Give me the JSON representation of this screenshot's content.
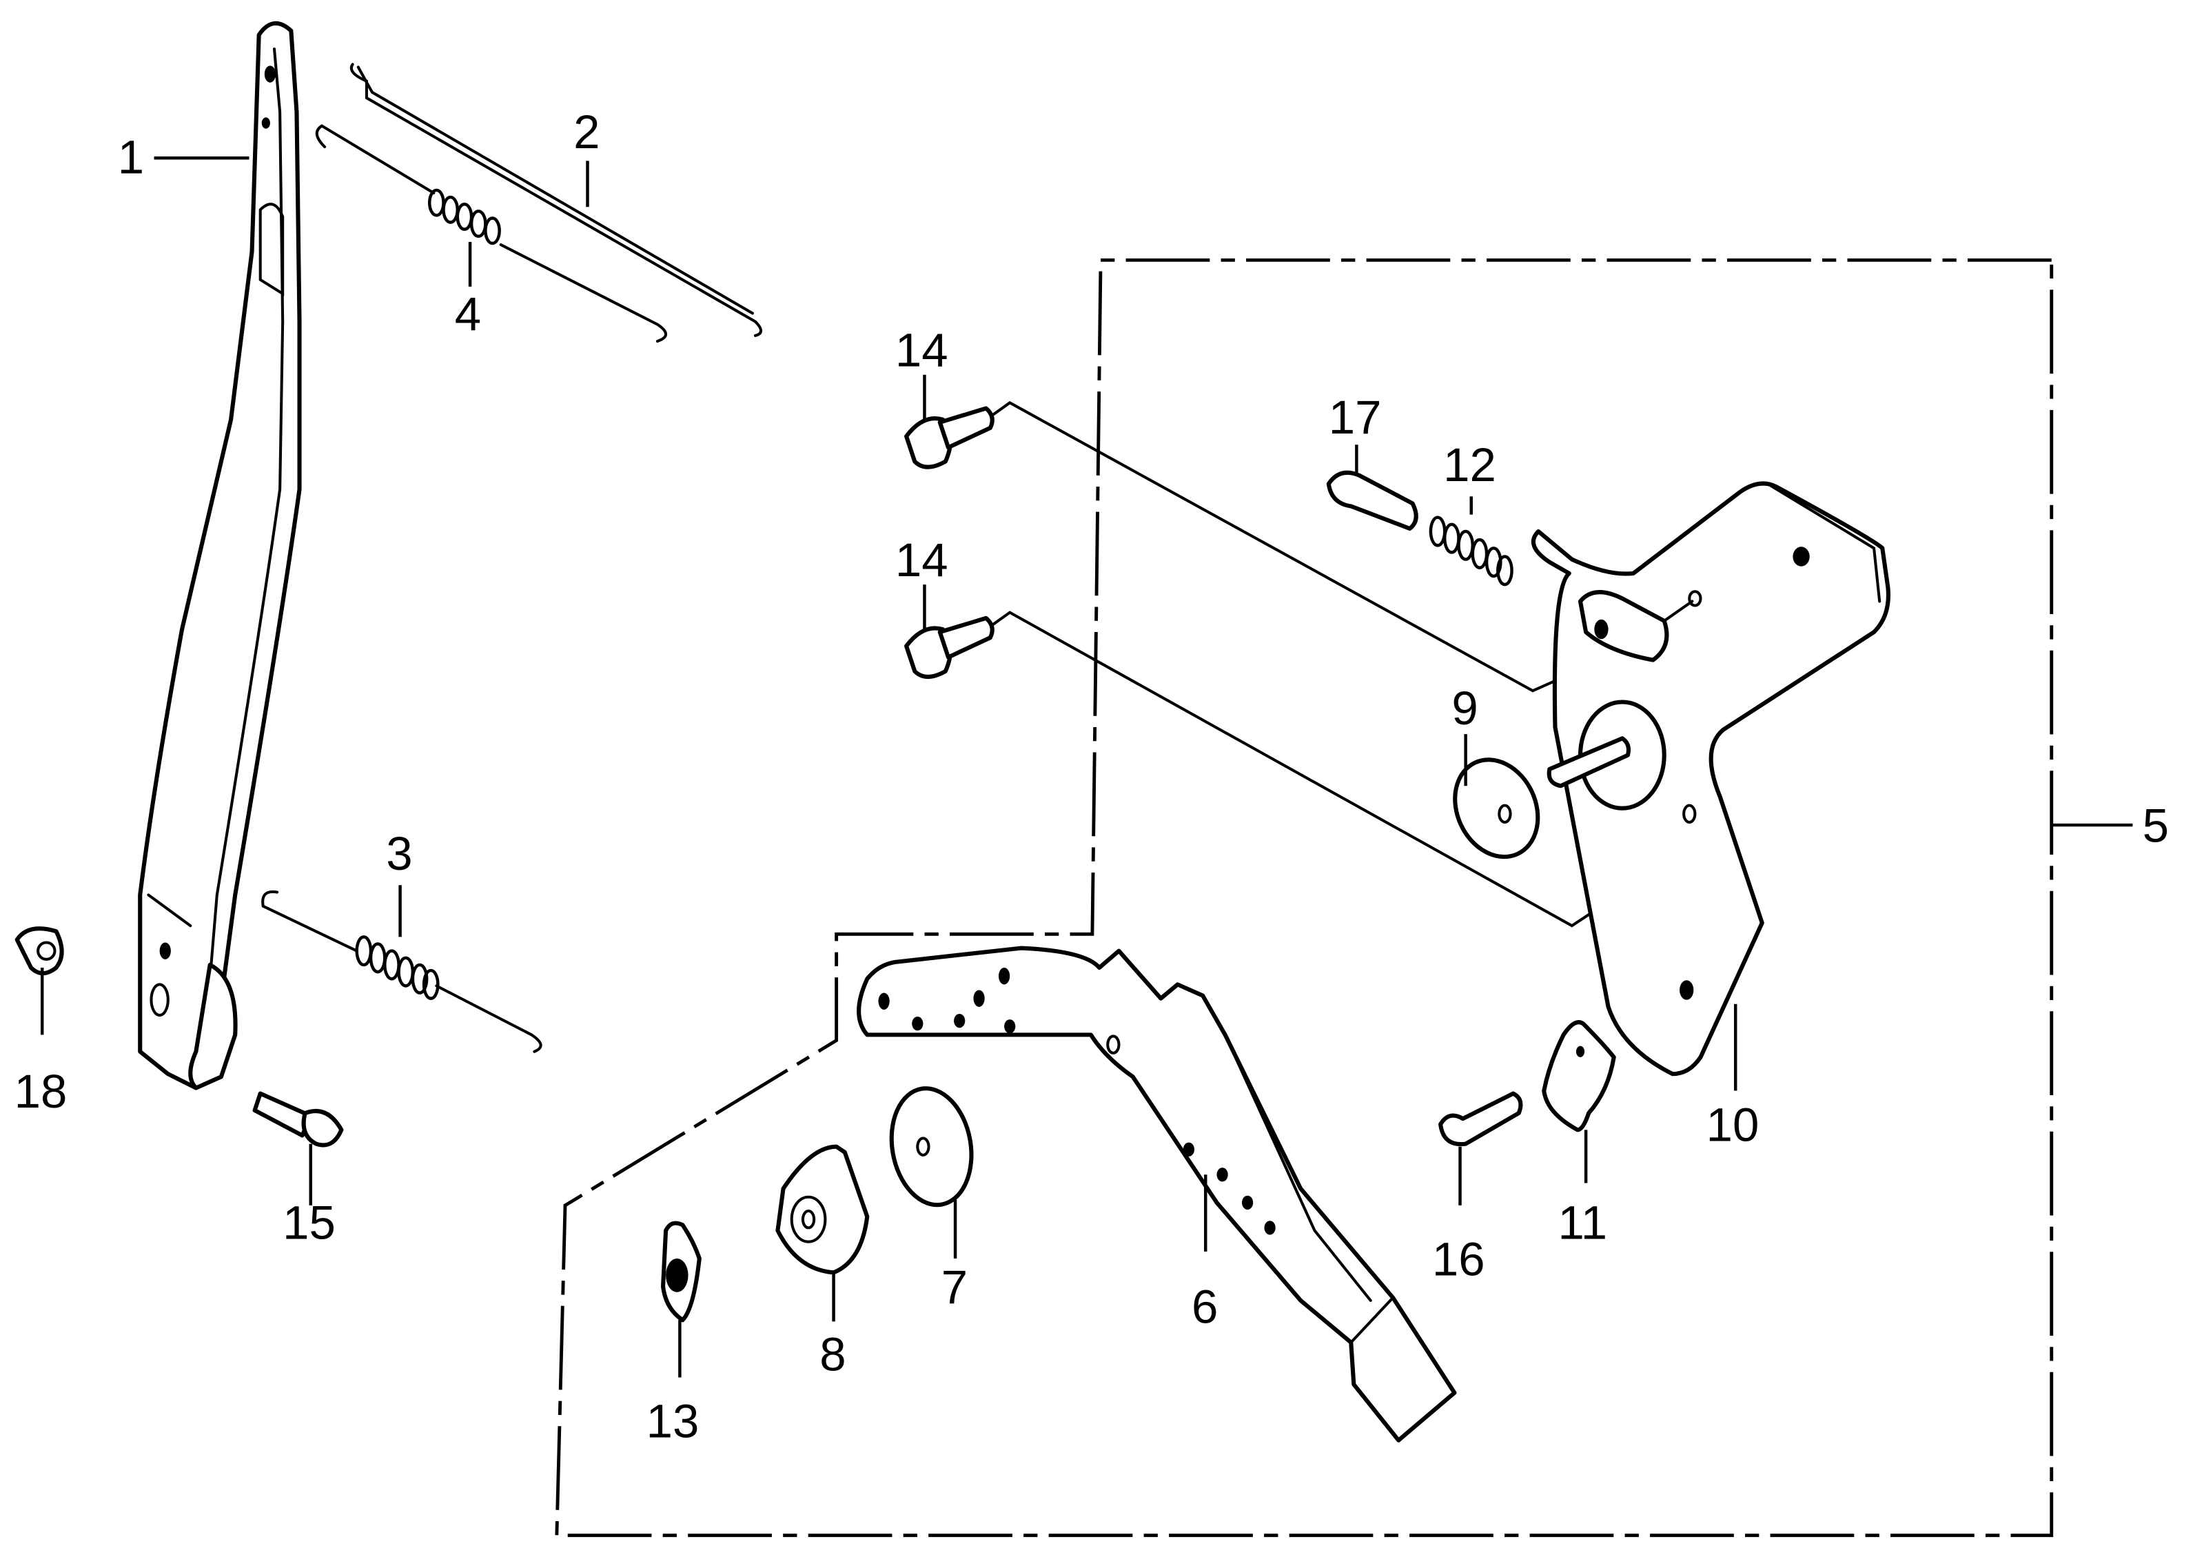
{
  "diagram": {
    "title": "Exploded parts diagram - lever and bracket assembly",
    "assembly_box_label": "5",
    "line_color": "#000000",
    "background_color": "#ffffff"
  },
  "callouts": [
    {
      "ref": "1",
      "part": "lever"
    },
    {
      "ref": "2",
      "part": "rod"
    },
    {
      "ref": "3",
      "part": "return-spring"
    },
    {
      "ref": "4",
      "part": "spring-rod"
    },
    {
      "ref": "5",
      "part": "bracket-assembly"
    },
    {
      "ref": "6",
      "part": "arm"
    },
    {
      "ref": "7",
      "part": "washer"
    },
    {
      "ref": "8",
      "part": "plate-washer"
    },
    {
      "ref": "9",
      "part": "washer"
    },
    {
      "ref": "10",
      "part": "bracket-plate"
    },
    {
      "ref": "11",
      "part": "clip"
    },
    {
      "ref": "12",
      "part": "spring"
    },
    {
      "ref": "13",
      "part": "pin-clip"
    },
    {
      "ref": "14",
      "part": "flange-bolt-upper"
    },
    {
      "ref": "14",
      "part": "flange-bolt-lower"
    },
    {
      "ref": "15",
      "part": "bolt"
    },
    {
      "ref": "16",
      "part": "bolt"
    },
    {
      "ref": "17",
      "part": "screw"
    },
    {
      "ref": "18",
      "part": "nut"
    }
  ]
}
